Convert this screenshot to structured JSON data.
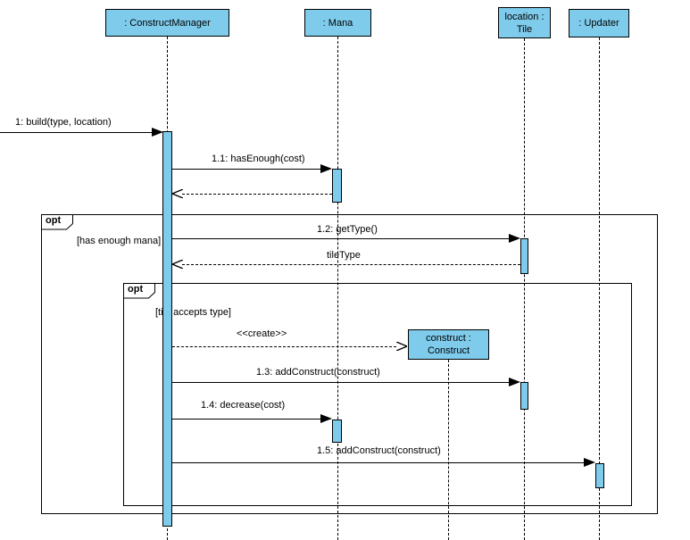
{
  "diagram": {
    "type": "uml-sequence-diagram",
    "colors": {
      "shape_fill": "#7fcbec",
      "shape_border": "#000000",
      "background": "#ffffff"
    },
    "lifelines": [
      {
        "id": "construct-manager",
        "name": ": ConstructManager"
      },
      {
        "id": "mana",
        "name": ": Mana"
      },
      {
        "id": "tile",
        "name": "location :\nTile"
      },
      {
        "id": "updater",
        "name": ": Updater"
      },
      {
        "id": "construct",
        "name": "construct :\nConstruct",
        "created_during_interaction": true
      }
    ],
    "fragments": [
      {
        "operator": "opt",
        "guard": "[has enough mana]"
      },
      {
        "operator": "opt",
        "guard": "[tile accepts type]"
      }
    ],
    "messages": [
      {
        "label": "1: build(type, location)",
        "from": "found",
        "to": "construct-manager",
        "kind": "sync-call"
      },
      {
        "label": "1.1: hasEnough(cost)",
        "from": "construct-manager",
        "to": "mana",
        "kind": "sync-call"
      },
      {
        "label": "",
        "from": "mana",
        "to": "construct-manager",
        "kind": "reply"
      },
      {
        "label": "1.2: getType()",
        "from": "construct-manager",
        "to": "tile",
        "kind": "sync-call"
      },
      {
        "label": "tileType",
        "from": "tile",
        "to": "construct-manager",
        "kind": "reply"
      },
      {
        "label": "<<create>>",
        "from": "construct-manager",
        "to": "construct",
        "kind": "create"
      },
      {
        "label": "1.3: addConstruct(construct)",
        "from": "construct-manager",
        "to": "tile",
        "kind": "sync-call"
      },
      {
        "label": "1.4: decrease(cost)",
        "from": "construct-manager",
        "to": "mana",
        "kind": "sync-call"
      },
      {
        "label": "1.5: addConstruct(construct)",
        "from": "construct-manager",
        "to": "updater",
        "kind": "sync-call"
      }
    ]
  }
}
